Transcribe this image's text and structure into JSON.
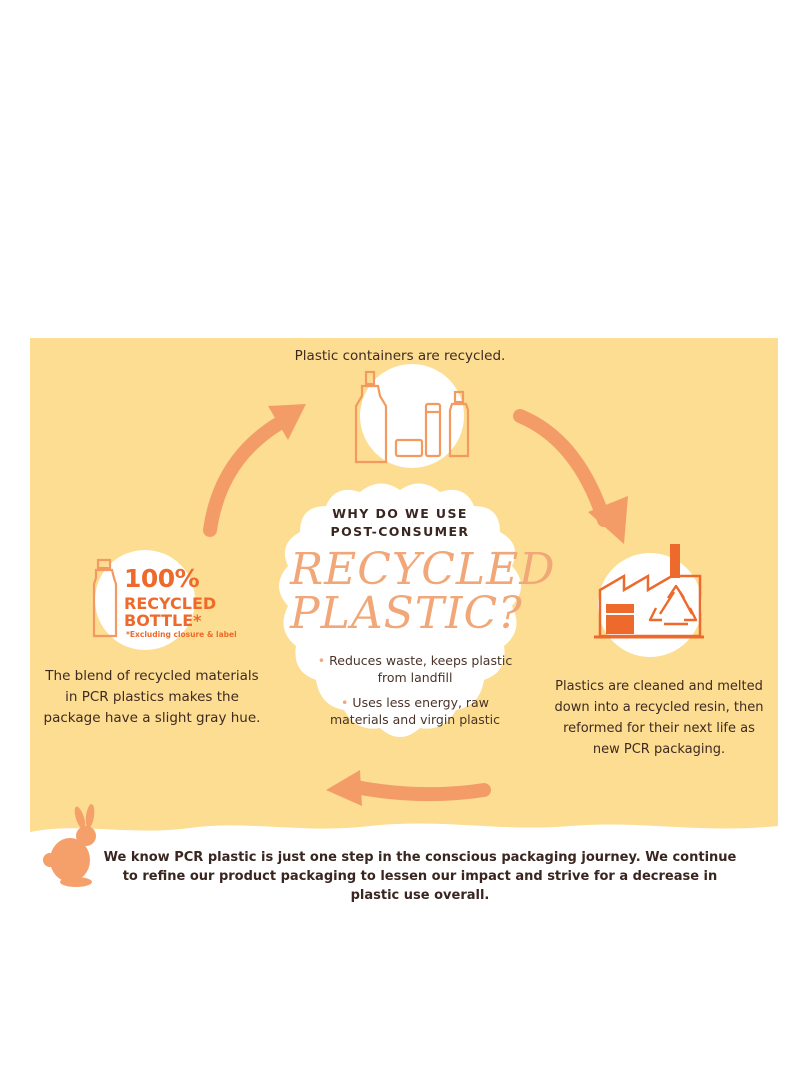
{
  "steps": {
    "collect": "Plastic containers are recycled.",
    "process": "Plastics are cleaned and melted down into a recycled resin, then reformed for their next life as new PCR packaging.",
    "result": "The blend of recycled materials in PCR plastics makes the package have a slight gray hue."
  },
  "center": {
    "line1": "WHY DO WE USE",
    "line2": "POST-CONSUMER",
    "title_line1": "RECYCLED",
    "title_line2": "PLASTIC?",
    "bullets": [
      "Reduces waste, keeps plastic from landfill",
      "Uses less energy, raw materials and virgin plastic"
    ]
  },
  "badge": {
    "percent": "100%",
    "line1": "RECYCLED",
    "line2": "BOTTLE*",
    "note": "*Excluding closure & label"
  },
  "footer": {
    "text": "We know PCR plastic is just one step in the conscious packaging journey. We continue to refine our product packaging to lessen our impact and strive for a decrease in plastic use overall."
  },
  "colors": {
    "panel": "#fcdd91",
    "accent": "#ee6a2c",
    "arrow": "#f39c68",
    "title": "#f1a778",
    "text": "#3f2a22"
  },
  "icons": [
    "bottles-icon",
    "factory-icon",
    "recycle-icon",
    "bottle-icon",
    "rabbit-icon",
    "cycle-arrow-icon"
  ]
}
